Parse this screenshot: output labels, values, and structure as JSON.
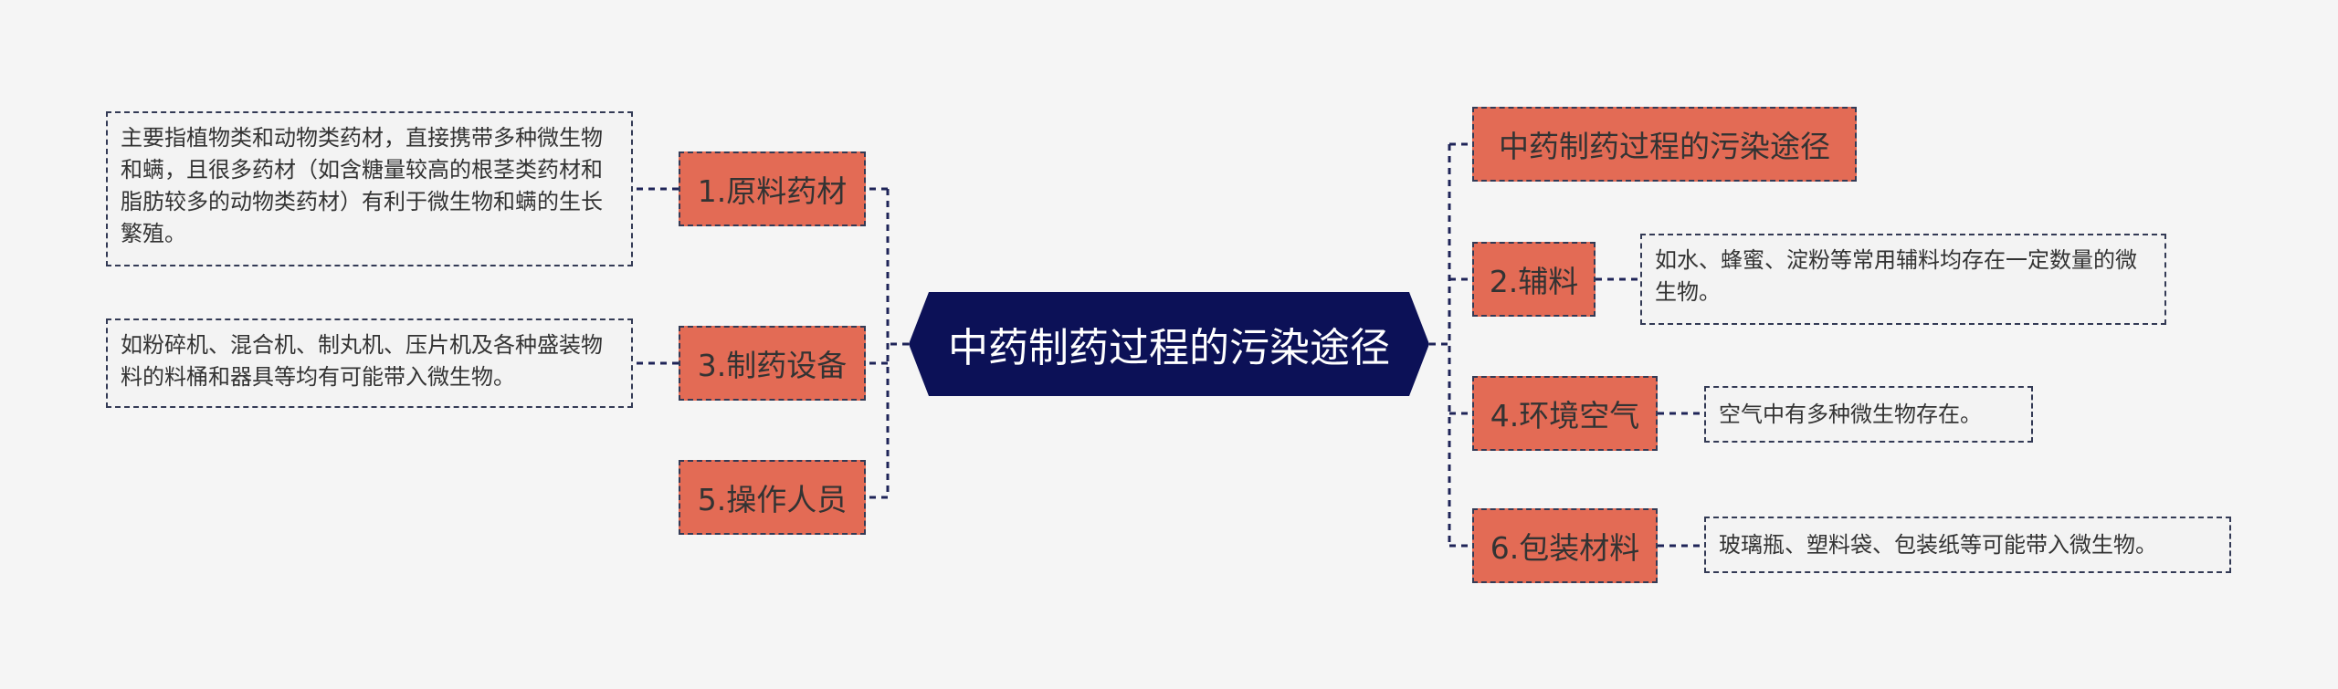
{
  "center": {
    "title": "中药制药过程的污染途径"
  },
  "left": [
    {
      "label": "1.原料药材",
      "note": "主要指植物类和动物类药材，直接携带多种微生物和螨，且很多药材（如含糖量较高的根茎类药材和脂肪较多的动物类药材）有利于微生物和螨的生长繁殖。"
    },
    {
      "label": "3.制药设备",
      "note": "如粉碎机、混合机、制丸机、压片机及各种盛装物料的料桶和器具等均有可能带入微生物。"
    },
    {
      "label": "5.操作人员"
    }
  ],
  "right": [
    {
      "label": "中药制药过程的污染途径"
    },
    {
      "label": "2.辅料",
      "note": "如水、蜂蜜、淀粉等常用辅料均存在一定数量的微生物。"
    },
    {
      "label": "4.环境空气",
      "note": "空气中有多种微生物存在。"
    },
    {
      "label": "6.包装材料",
      "note": "玻璃瓶、塑料袋、包装纸等可能带入微生物。"
    }
  ],
  "colors": {
    "center_bg": "#0c1157",
    "topic_bg": "#e36b55",
    "line": "#1e2458",
    "note_bg": "#f3f3f3"
  }
}
